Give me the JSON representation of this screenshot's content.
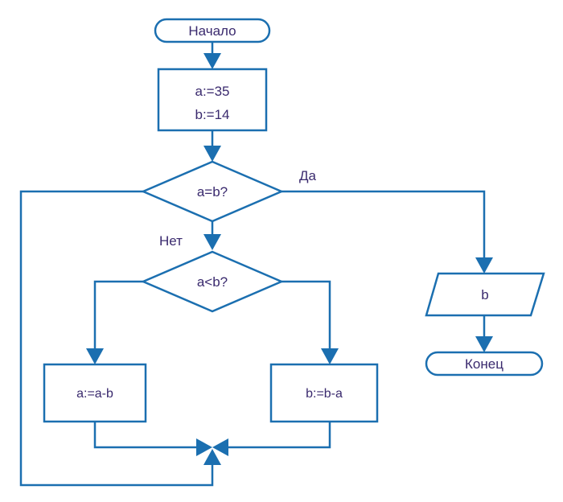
{
  "flowchart": {
    "start": "Начало",
    "init": {
      "line1": "a:=35",
      "line2": "b:=14"
    },
    "cond1": "a=b?",
    "cond1_yes": "Да",
    "cond1_no": "Нет",
    "cond2": "a<b?",
    "left_block": "a:=a-b",
    "right_block": "b:=b-a",
    "output": "b",
    "end": "Конец"
  },
  "colors": {
    "stroke": "#1b6fb0",
    "text": "#3a2a6e"
  }
}
